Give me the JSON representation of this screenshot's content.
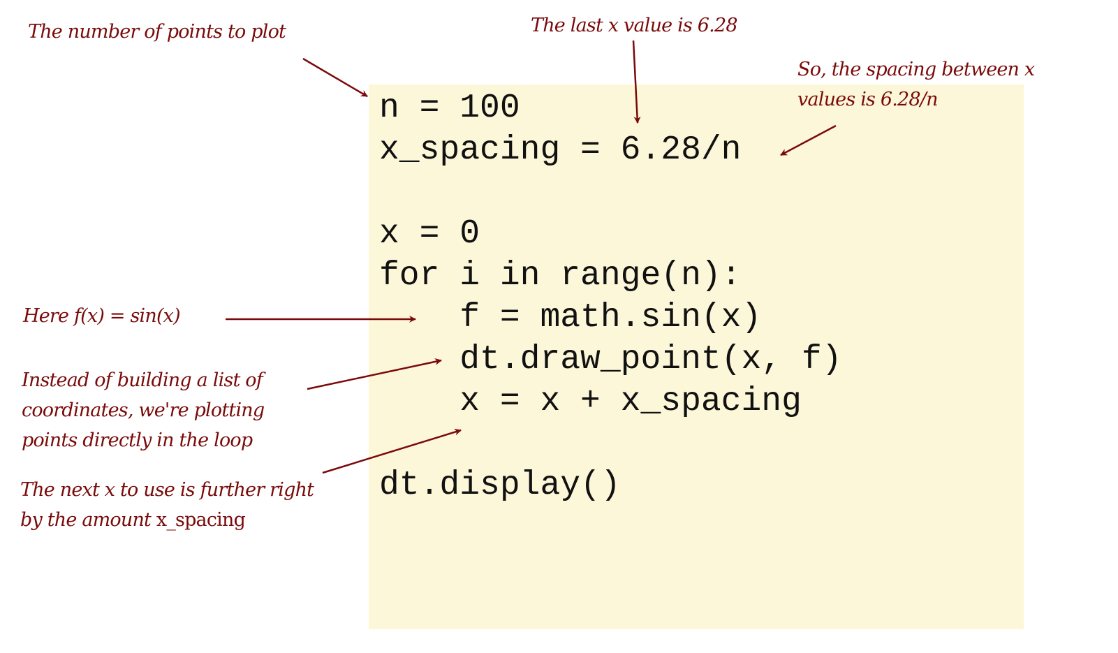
{
  "code_lines": [
    "n = 100",
    "x_spacing = 6.28/n",
    "",
    "x = 0",
    "for i in range(n):",
    "    f = math.sin(x)",
    "    dt.draw_point(x, f)",
    "    x = x + x_spacing",
    "",
    "dt.display()"
  ],
  "annotations": {
    "num_points": "The number of points to plot",
    "last_x": "The last x value is 6.28",
    "spacing_1": "So, the spacing between x",
    "spacing_2": "values is 6.28/n",
    "fx": "Here f(x) = sin(x)",
    "instead_1": "Instead of building a list of",
    "instead_2": "coordinates, we're plotting",
    "instead_3": "points directly in the loop",
    "next_1": "The next x to use is further right",
    "next_2a": "by the amount ",
    "next_2b": "x_spacing"
  },
  "colors": {
    "annotation": "#7a0a0a",
    "code_bg": "#fdf7d9"
  }
}
